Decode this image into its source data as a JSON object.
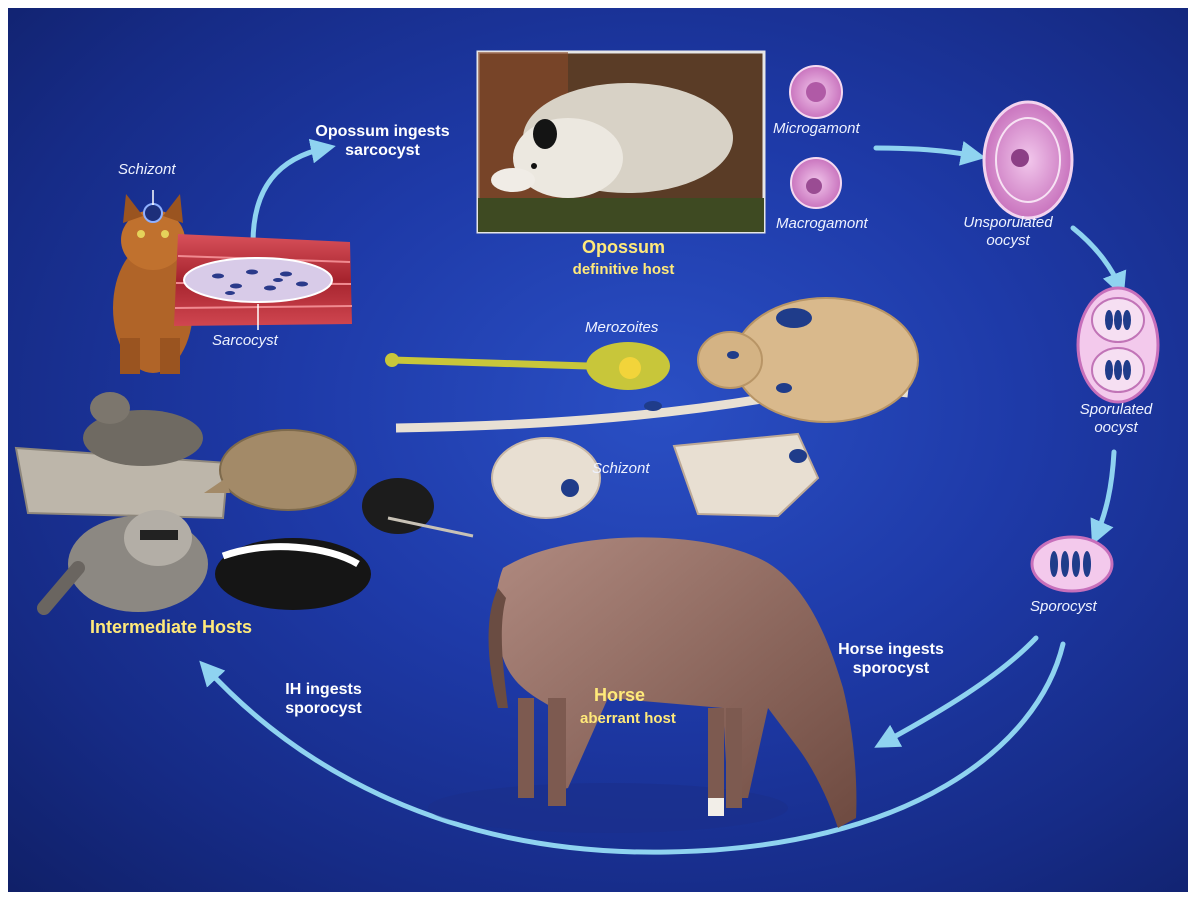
{
  "labels": {
    "opossum_ingests": [
      "Opossum ingests",
      "sarcocyst"
    ],
    "schizont_top": "Schizont",
    "sarcocyst": "Sarcocyst",
    "opossum_title": "Opossum",
    "opossum_sub": "definitive host",
    "microgamont": "Microgamont",
    "macrogamont": "Macrogamont",
    "unsporulated": [
      "Unsporulated",
      "oocyst"
    ],
    "sporulated": [
      "Sporulated",
      "oocyst"
    ],
    "sporocyst": "Sporocyst",
    "merozoites": "Merozoites",
    "schizont_mid": "Schizont",
    "intermediate_hosts": "Intermediate Hosts",
    "horse_ingests": [
      "Horse ingests",
      "sporocyst"
    ],
    "horse_title": "Horse",
    "horse_sub": "aberrant host",
    "ih_ingests": [
      "IH ingests",
      "sporocyst"
    ]
  },
  "colors": {
    "background": "#1e3aa8",
    "arrow": "#8fd3f0",
    "host_label": "#ffe97a",
    "cyst_pink": "#e7a6de",
    "muscle_red": "#b8323a"
  },
  "icons": [
    "cat-image",
    "opossum-photo",
    "horse-image",
    "raccoon-image",
    "armadillo-image",
    "otter-image",
    "skunk-image",
    "brain-image",
    "spinal-cord-image"
  ]
}
